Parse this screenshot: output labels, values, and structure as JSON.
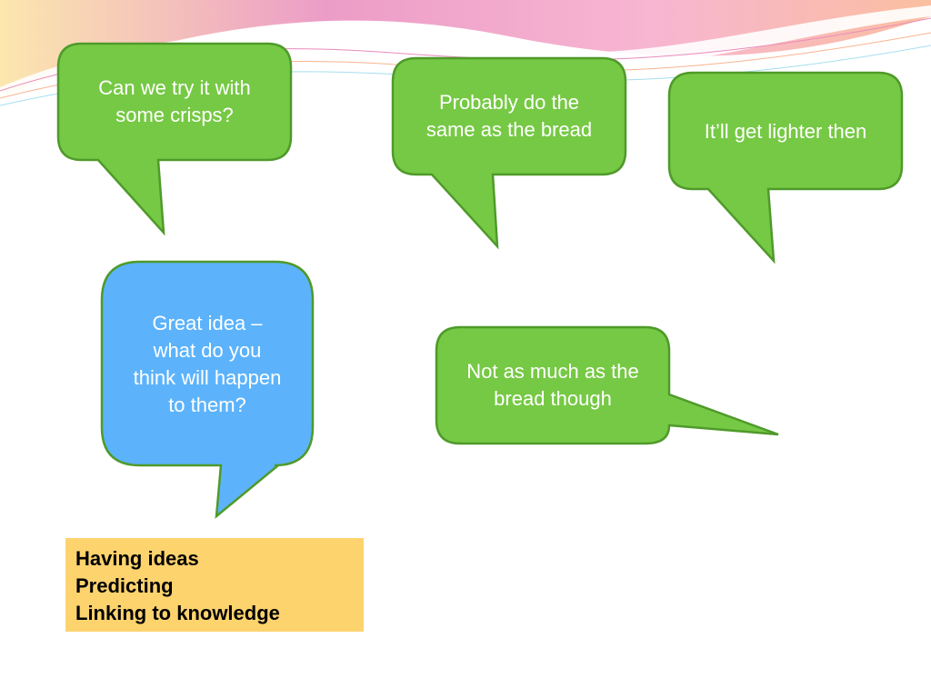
{
  "colors": {
    "green_fill": "#76c944",
    "green_stroke": "#4f9a2a",
    "blue_fill": "#5cb3fb",
    "blue_stroke": "#4f9a2a",
    "skills_fill": "#fdd36e",
    "wave_pink": "#e98bbd",
    "wave_orange": "#f9b38f",
    "wave_yellow": "#fbe3a0"
  },
  "bubbles": [
    {
      "id": "crisps",
      "text": "Can we try it with\nsome crisps?",
      "color": "green"
    },
    {
      "id": "same-as-bread",
      "text": "Probably do the\nsame as the bread",
      "color": "green"
    },
    {
      "id": "lighter",
      "text": "It’ll get lighter then",
      "color": "green"
    },
    {
      "id": "great-idea",
      "text": "Great idea –\nwhat do you\nthink will happen\nto them?",
      "color": "blue"
    },
    {
      "id": "not-as-much",
      "text": "Not as much as the\nbread though",
      "color": "green"
    }
  ],
  "skills": {
    "items": [
      "Having ideas",
      "Predicting",
      "Linking to knowledge"
    ]
  }
}
